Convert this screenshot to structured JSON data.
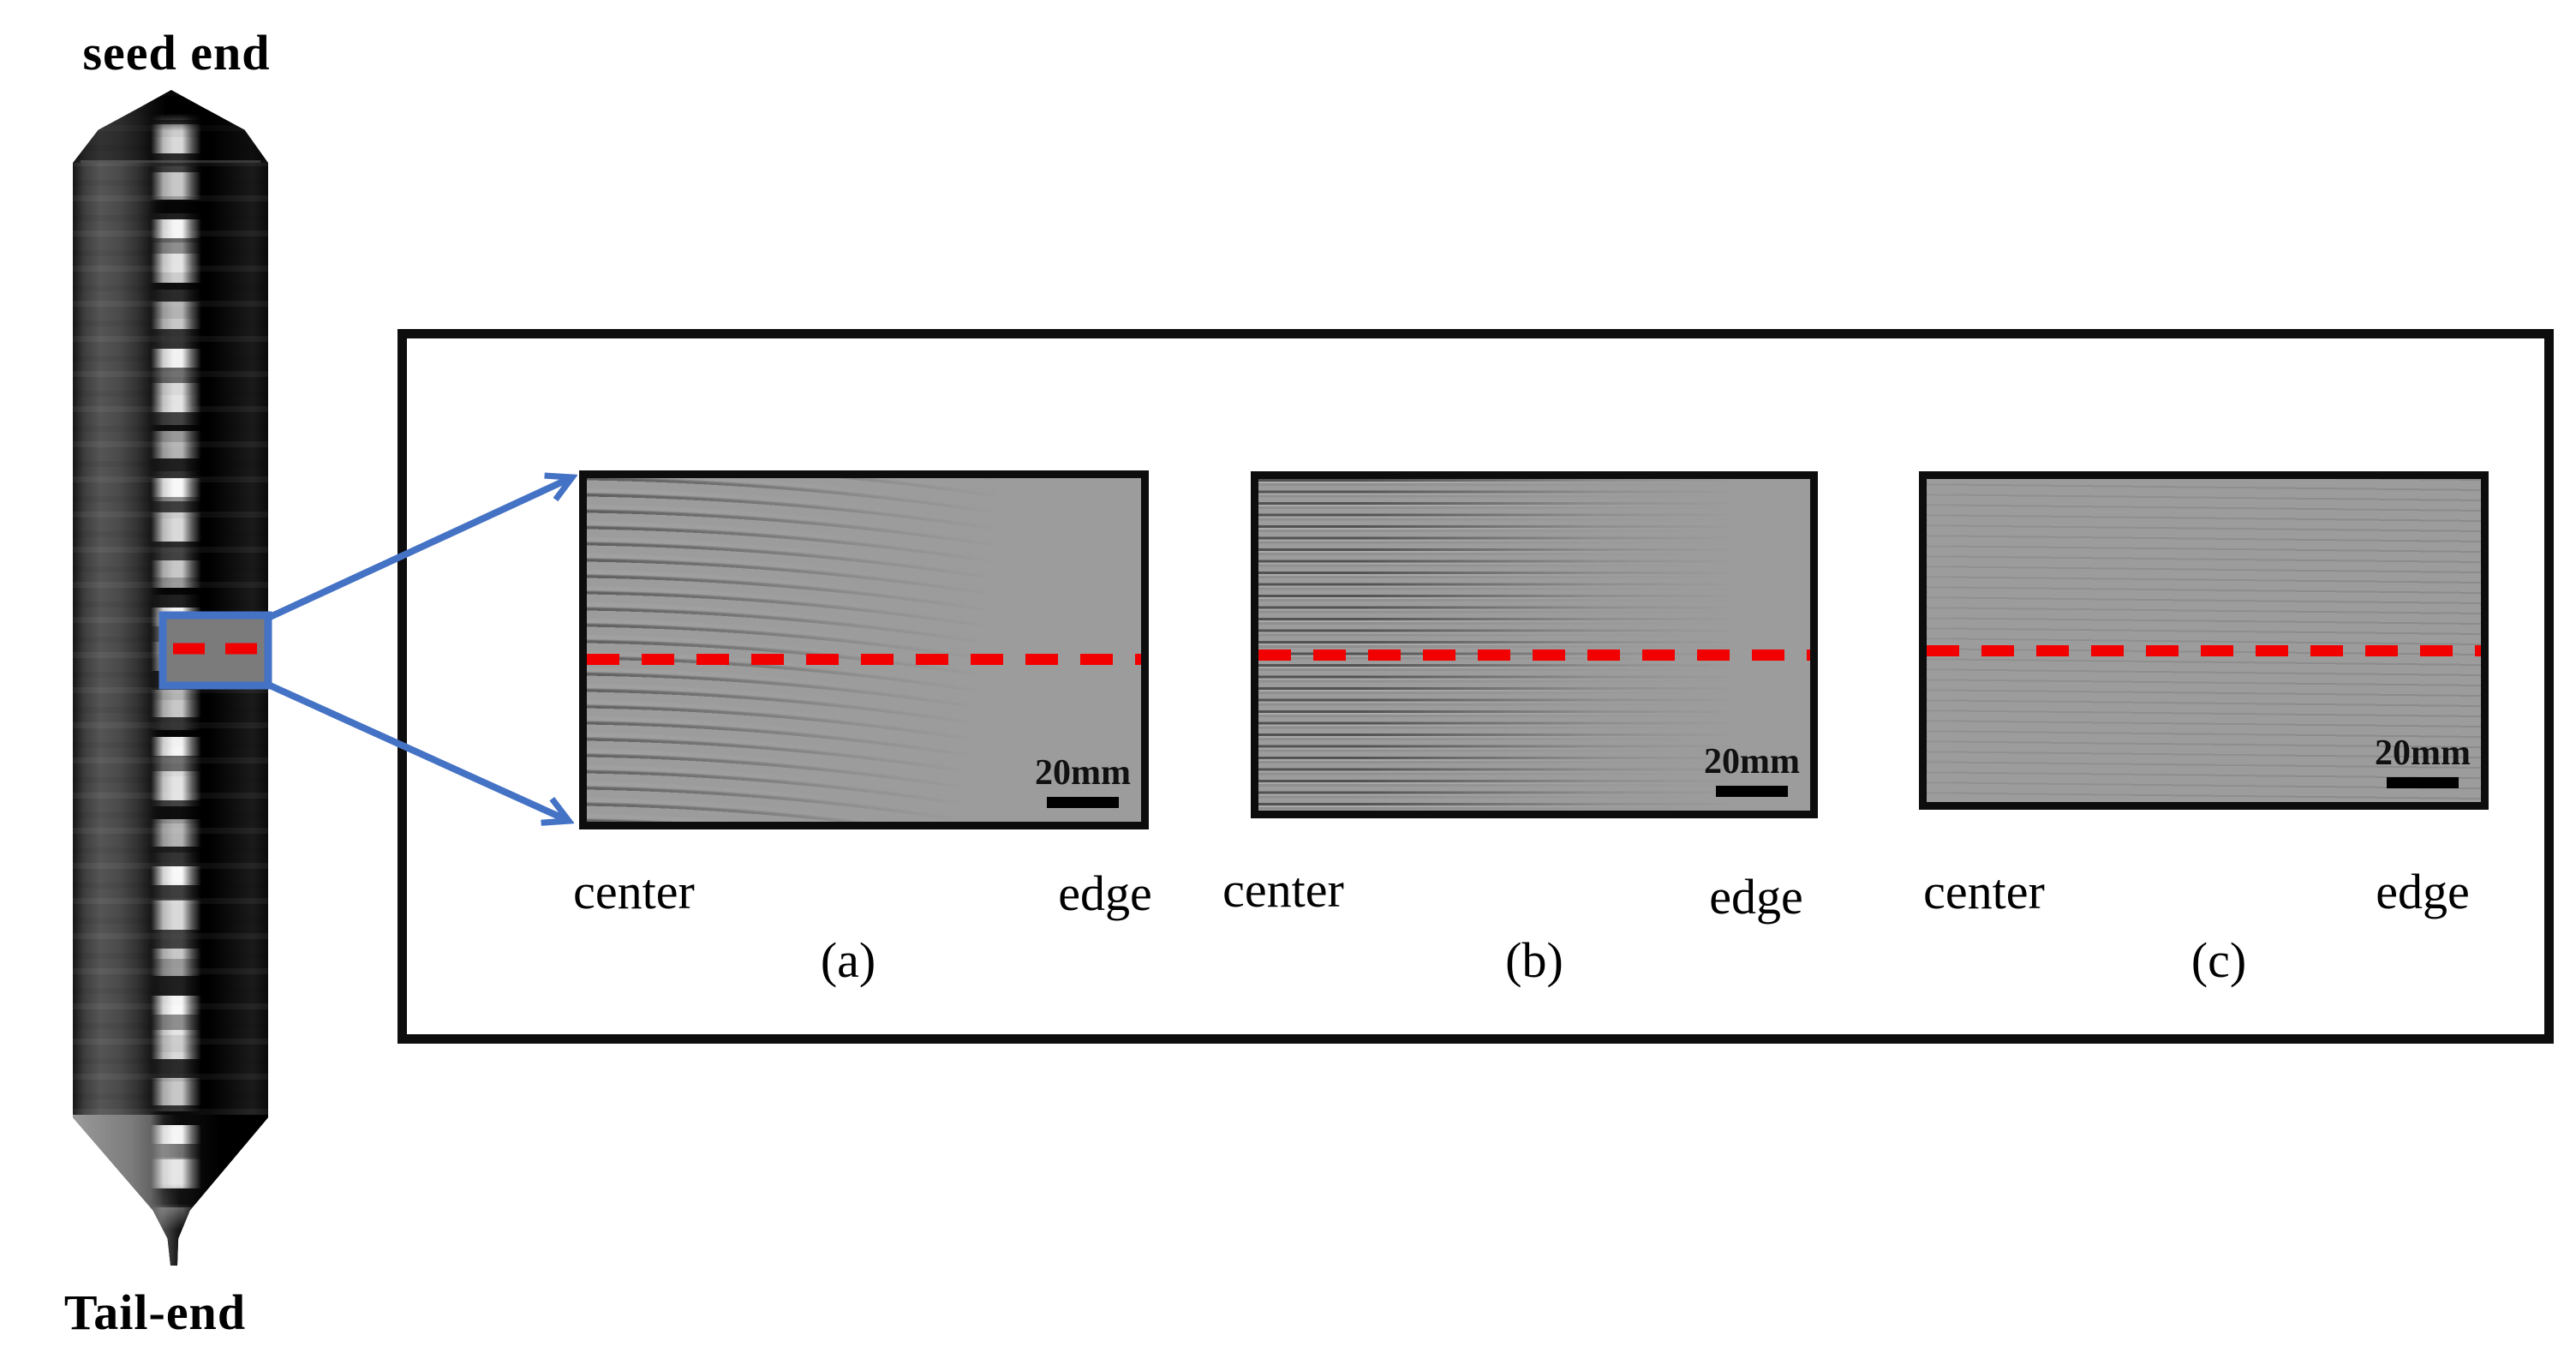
{
  "ingot": {
    "top_label": "seed end",
    "bottom_label": "Tail-end"
  },
  "panels": [
    {
      "caption": "(a)",
      "left_label": "center",
      "right_label": "edge",
      "scale_label": "20mm"
    },
    {
      "caption": "(b)",
      "left_label": "center",
      "right_label": "edge",
      "scale_label": "20mm"
    },
    {
      "caption": "(c)",
      "left_label": "center",
      "right_label": "edge",
      "scale_label": "20mm"
    }
  ],
  "colors": {
    "annotation_blue": "#4472C4",
    "dash_red": "#F20000",
    "panel_gray": "#9C9C9C",
    "scale_bar_black": "#000000"
  }
}
